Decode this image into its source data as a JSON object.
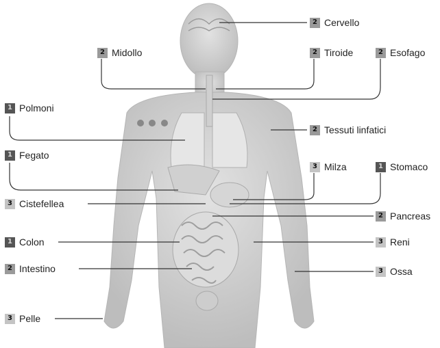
{
  "colors": {
    "level_1_badge": "#555555",
    "level_2_badge": "#9a9a9a",
    "level_3_badge": "#c4c4c4",
    "leader_line": "#333333",
    "body_fill": "#d9d9d9"
  },
  "labels": {
    "cervello": {
      "level": "2",
      "name": "Cervello"
    },
    "midollo": {
      "level": "2",
      "name": "Midollo"
    },
    "tiroide": {
      "level": "2",
      "name": "Tiroide"
    },
    "esofago": {
      "level": "2",
      "name": "Esofago"
    },
    "polmoni": {
      "level": "1",
      "name": "Polmoni"
    },
    "tessuti": {
      "level": "2",
      "name": "Tessuti linfatici"
    },
    "fegato": {
      "level": "1",
      "name": "Fegato"
    },
    "milza": {
      "level": "3",
      "name": "Milza"
    },
    "stomaco": {
      "level": "1",
      "name": "Stomaco"
    },
    "cistefellea": {
      "level": "3",
      "name": "Cistefellea"
    },
    "pancreas": {
      "level": "2",
      "name": "Pancreas"
    },
    "colon": {
      "level": "1",
      "name": "Colon"
    },
    "reni": {
      "level": "3",
      "name": "Reni"
    },
    "intestino": {
      "level": "2",
      "name": "Intestino"
    },
    "ossa": {
      "level": "3",
      "name": "Ossa"
    },
    "pelle": {
      "level": "3",
      "name": "Pelle"
    }
  }
}
